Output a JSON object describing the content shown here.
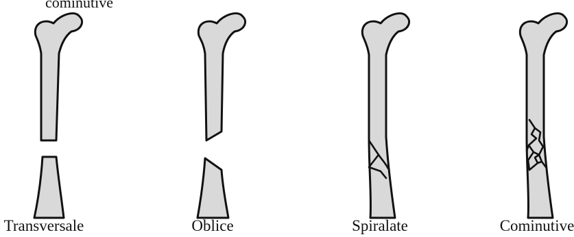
{
  "header": {
    "cut_text": "cominutive"
  },
  "figures": [
    {
      "id": "transversale",
      "caption": "Transversale"
    },
    {
      "id": "oblice",
      "caption": "Oblice"
    },
    {
      "id": "spiralate",
      "caption": "Spiralate"
    },
    {
      "id": "cominutive",
      "caption": "Cominutive"
    }
  ],
  "colors": {
    "bone_fill": "#d9d9d9",
    "outline": "#111111"
  }
}
